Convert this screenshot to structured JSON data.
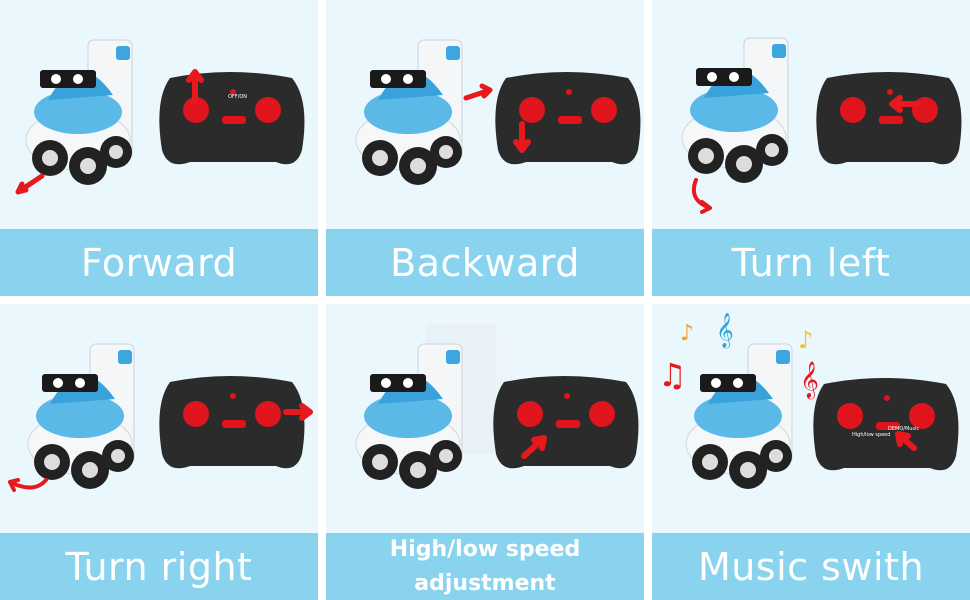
{
  "panels": [
    {
      "caption": "Forward"
    },
    {
      "caption": "Backward"
    },
    {
      "caption": "Turn left"
    },
    {
      "caption": "Turn right"
    },
    {
      "caption_line1": "High/low speed",
      "caption_line2": "adjustment"
    },
    {
      "caption": "Music swith"
    }
  ],
  "remote": {
    "power_label": "OFF/ON",
    "speed_label": "High/low speed",
    "music_label": "DEMO/Music"
  },
  "colors": {
    "panel_bg": "#eaf7fd",
    "caption_bg": "#89d3ee",
    "arrow": "#e8191c",
    "remote_body": "#2b2b2b",
    "button_red": "#e0141c"
  },
  "icons": [
    "robot-car-icon",
    "remote-controller-icon",
    "arrow-icon",
    "music-note-icon"
  ]
}
